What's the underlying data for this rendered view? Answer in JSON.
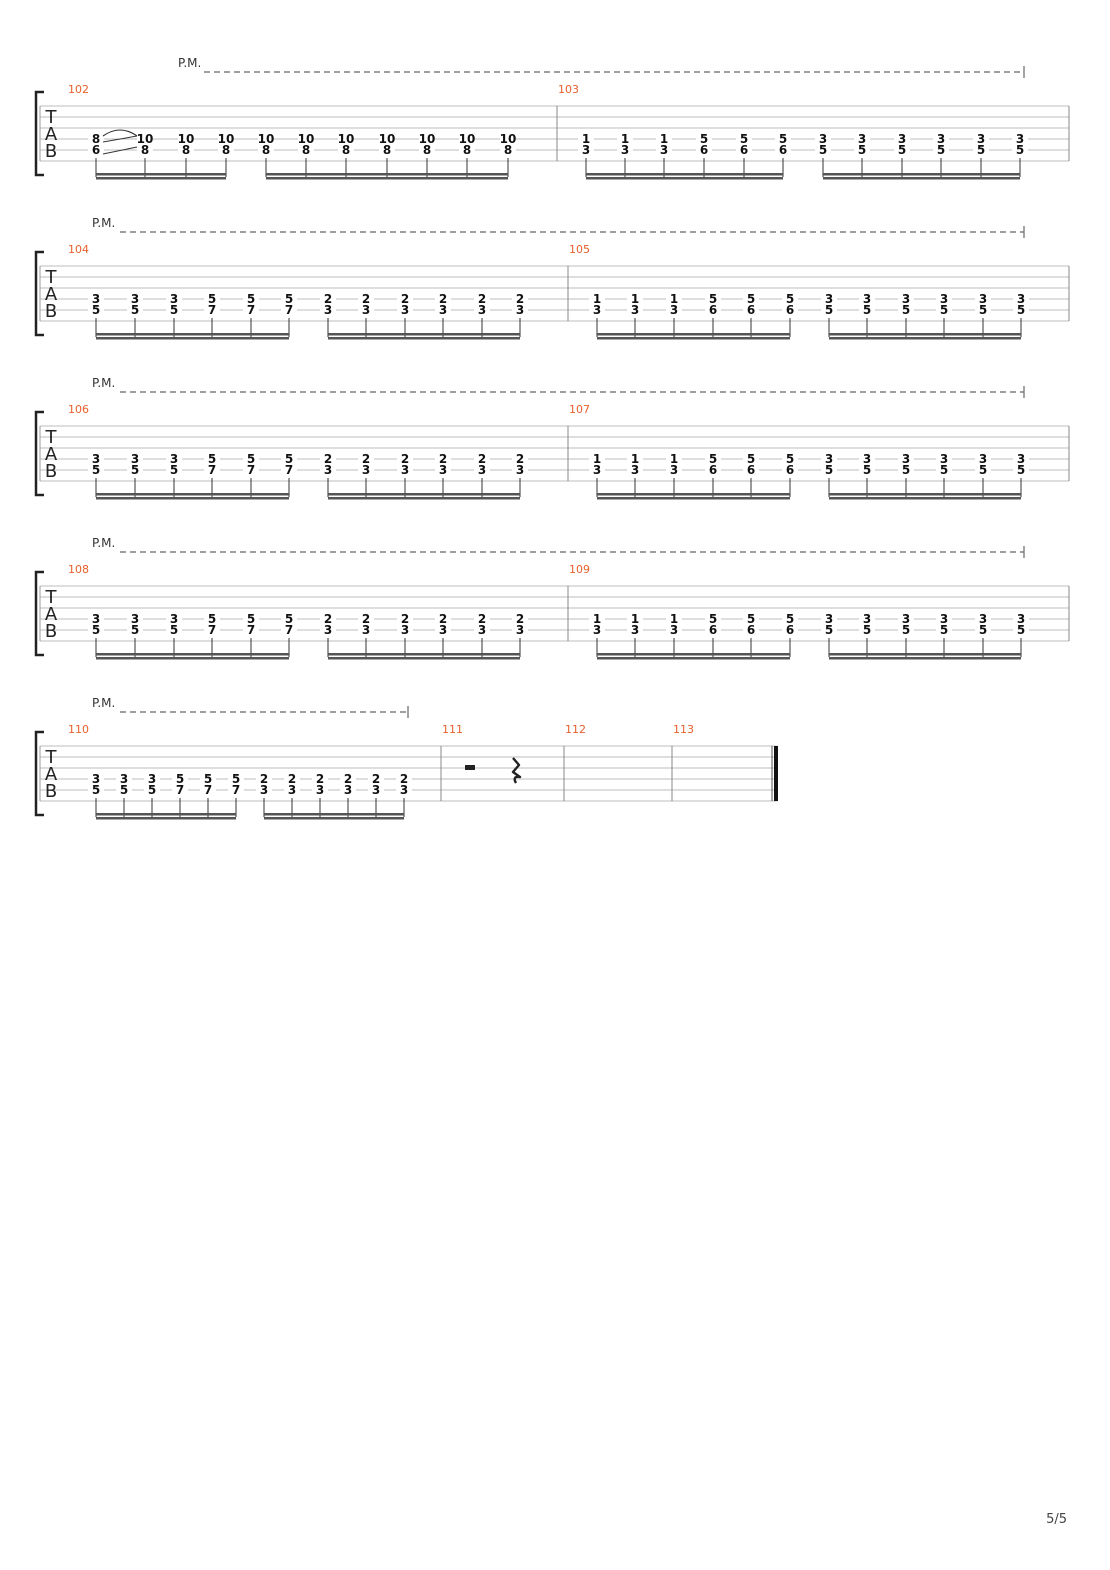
{
  "page": {
    "number": "5/5"
  },
  "clef_letters": [
    "T",
    "A",
    "B"
  ],
  "palm_mute_label": "P.M.",
  "bar_numbers": [
    "102",
    "103",
    "104",
    "105",
    "106",
    "107",
    "108",
    "109",
    "110",
    "111",
    "112",
    "113"
  ],
  "bars": {
    "102": [
      [
        "8",
        "6"
      ],
      [
        "10",
        "8"
      ],
      [
        "10",
        "8"
      ],
      [
        "10",
        "8"
      ],
      [
        "10",
        "8"
      ],
      [
        "10",
        "8"
      ],
      [
        "10",
        "8"
      ],
      [
        "10",
        "8"
      ],
      [
        "10",
        "8"
      ],
      [
        "10",
        "8"
      ],
      [
        "10",
        "8"
      ]
    ],
    "103": [
      [
        "1",
        "3"
      ],
      [
        "1",
        "3"
      ],
      [
        "1",
        "3"
      ],
      [
        "5",
        "6"
      ],
      [
        "5",
        "6"
      ],
      [
        "5",
        "6"
      ],
      [
        "3",
        "5"
      ],
      [
        "3",
        "5"
      ],
      [
        "3",
        "5"
      ],
      [
        "3",
        "5"
      ],
      [
        "3",
        "5"
      ],
      [
        "3",
        "5"
      ]
    ],
    "104": [
      [
        "3",
        "5"
      ],
      [
        "3",
        "5"
      ],
      [
        "3",
        "5"
      ],
      [
        "5",
        "7"
      ],
      [
        "5",
        "7"
      ],
      [
        "5",
        "7"
      ],
      [
        "2",
        "3"
      ],
      [
        "2",
        "3"
      ],
      [
        "2",
        "3"
      ],
      [
        "2",
        "3"
      ],
      [
        "2",
        "3"
      ],
      [
        "2",
        "3"
      ]
    ],
    "105": [
      [
        "1",
        "3"
      ],
      [
        "1",
        "3"
      ],
      [
        "1",
        "3"
      ],
      [
        "5",
        "6"
      ],
      [
        "5",
        "6"
      ],
      [
        "5",
        "6"
      ],
      [
        "3",
        "5"
      ],
      [
        "3",
        "5"
      ],
      [
        "3",
        "5"
      ],
      [
        "3",
        "5"
      ],
      [
        "3",
        "5"
      ],
      [
        "3",
        "5"
      ]
    ],
    "106": [
      [
        "3",
        "5"
      ],
      [
        "3",
        "5"
      ],
      [
        "3",
        "5"
      ],
      [
        "5",
        "7"
      ],
      [
        "5",
        "7"
      ],
      [
        "5",
        "7"
      ],
      [
        "2",
        "3"
      ],
      [
        "2",
        "3"
      ],
      [
        "2",
        "3"
      ],
      [
        "2",
        "3"
      ],
      [
        "2",
        "3"
      ],
      [
        "2",
        "3"
      ]
    ],
    "107": [
      [
        "1",
        "3"
      ],
      [
        "1",
        "3"
      ],
      [
        "1",
        "3"
      ],
      [
        "5",
        "6"
      ],
      [
        "5",
        "6"
      ],
      [
        "5",
        "6"
      ],
      [
        "3",
        "5"
      ],
      [
        "3",
        "5"
      ],
      [
        "3",
        "5"
      ],
      [
        "3",
        "5"
      ],
      [
        "3",
        "5"
      ],
      [
        "3",
        "5"
      ]
    ],
    "108": [
      [
        "3",
        "5"
      ],
      [
        "3",
        "5"
      ],
      [
        "3",
        "5"
      ],
      [
        "5",
        "7"
      ],
      [
        "5",
        "7"
      ],
      [
        "5",
        "7"
      ],
      [
        "2",
        "3"
      ],
      [
        "2",
        "3"
      ],
      [
        "2",
        "3"
      ],
      [
        "2",
        "3"
      ],
      [
        "2",
        "3"
      ],
      [
        "2",
        "3"
      ]
    ],
    "109": [
      [
        "1",
        "3"
      ],
      [
        "1",
        "3"
      ],
      [
        "1",
        "3"
      ],
      [
        "5",
        "6"
      ],
      [
        "5",
        "6"
      ],
      [
        "5",
        "6"
      ],
      [
        "3",
        "5"
      ],
      [
        "3",
        "5"
      ],
      [
        "3",
        "5"
      ],
      [
        "3",
        "5"
      ],
      [
        "3",
        "5"
      ],
      [
        "3",
        "5"
      ]
    ],
    "110": [
      [
        "3",
        "5"
      ],
      [
        "3",
        "5"
      ],
      [
        "3",
        "5"
      ],
      [
        "5",
        "7"
      ],
      [
        "5",
        "7"
      ],
      [
        "5",
        "7"
      ],
      [
        "2",
        "3"
      ],
      [
        "2",
        "3"
      ],
      [
        "2",
        "3"
      ],
      [
        "2",
        "3"
      ],
      [
        "2",
        "3"
      ],
      [
        "2",
        "3"
      ]
    ],
    "111": "rests",
    "112": "empty",
    "113": "empty"
  }
}
